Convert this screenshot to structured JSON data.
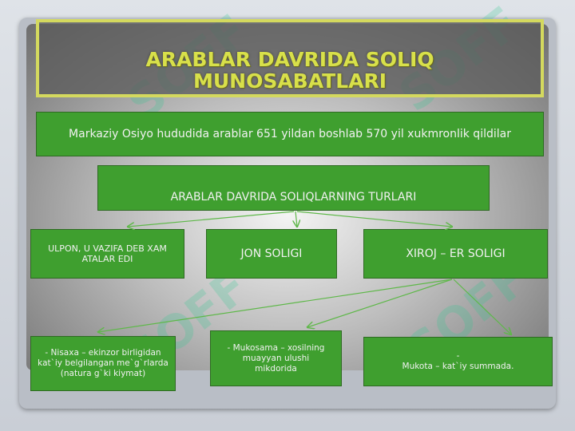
{
  "title": "ARABLAR DAVRIDA SOLIQ MUNOSABATLARI",
  "intro": "Markaziy Osiyo hududida arablar 651 yildan boshlab 570 yil xukmronlik qildilar",
  "types_header": "ARABLAR DAVRIDA SOLIQLARNING TURLARI",
  "types": {
    "ulpon": "ULPON, U VAZIFA DEB XAM ATALAR EDI",
    "jon": "JON SOLIGI",
    "xiroj": "XIROJ – ER SOLIGI"
  },
  "xiroj_kinds": {
    "nisaxa": "- Nisaxa – ekinzor birligidan kat`iy belgilangan me`g`rlarda (natura g`ki kiymat)",
    "mukosama": "- Mukosama – xosilning muayyan ulushi mikdorida",
    "mukota_dash": "-",
    "mukota": "Mukota – kat`iy summada."
  },
  "watermark": "SOFF",
  "colors": {
    "box_green": "#3f9f2f",
    "title_yellow": "#d8e04a",
    "watermark": "#26c98e"
  }
}
